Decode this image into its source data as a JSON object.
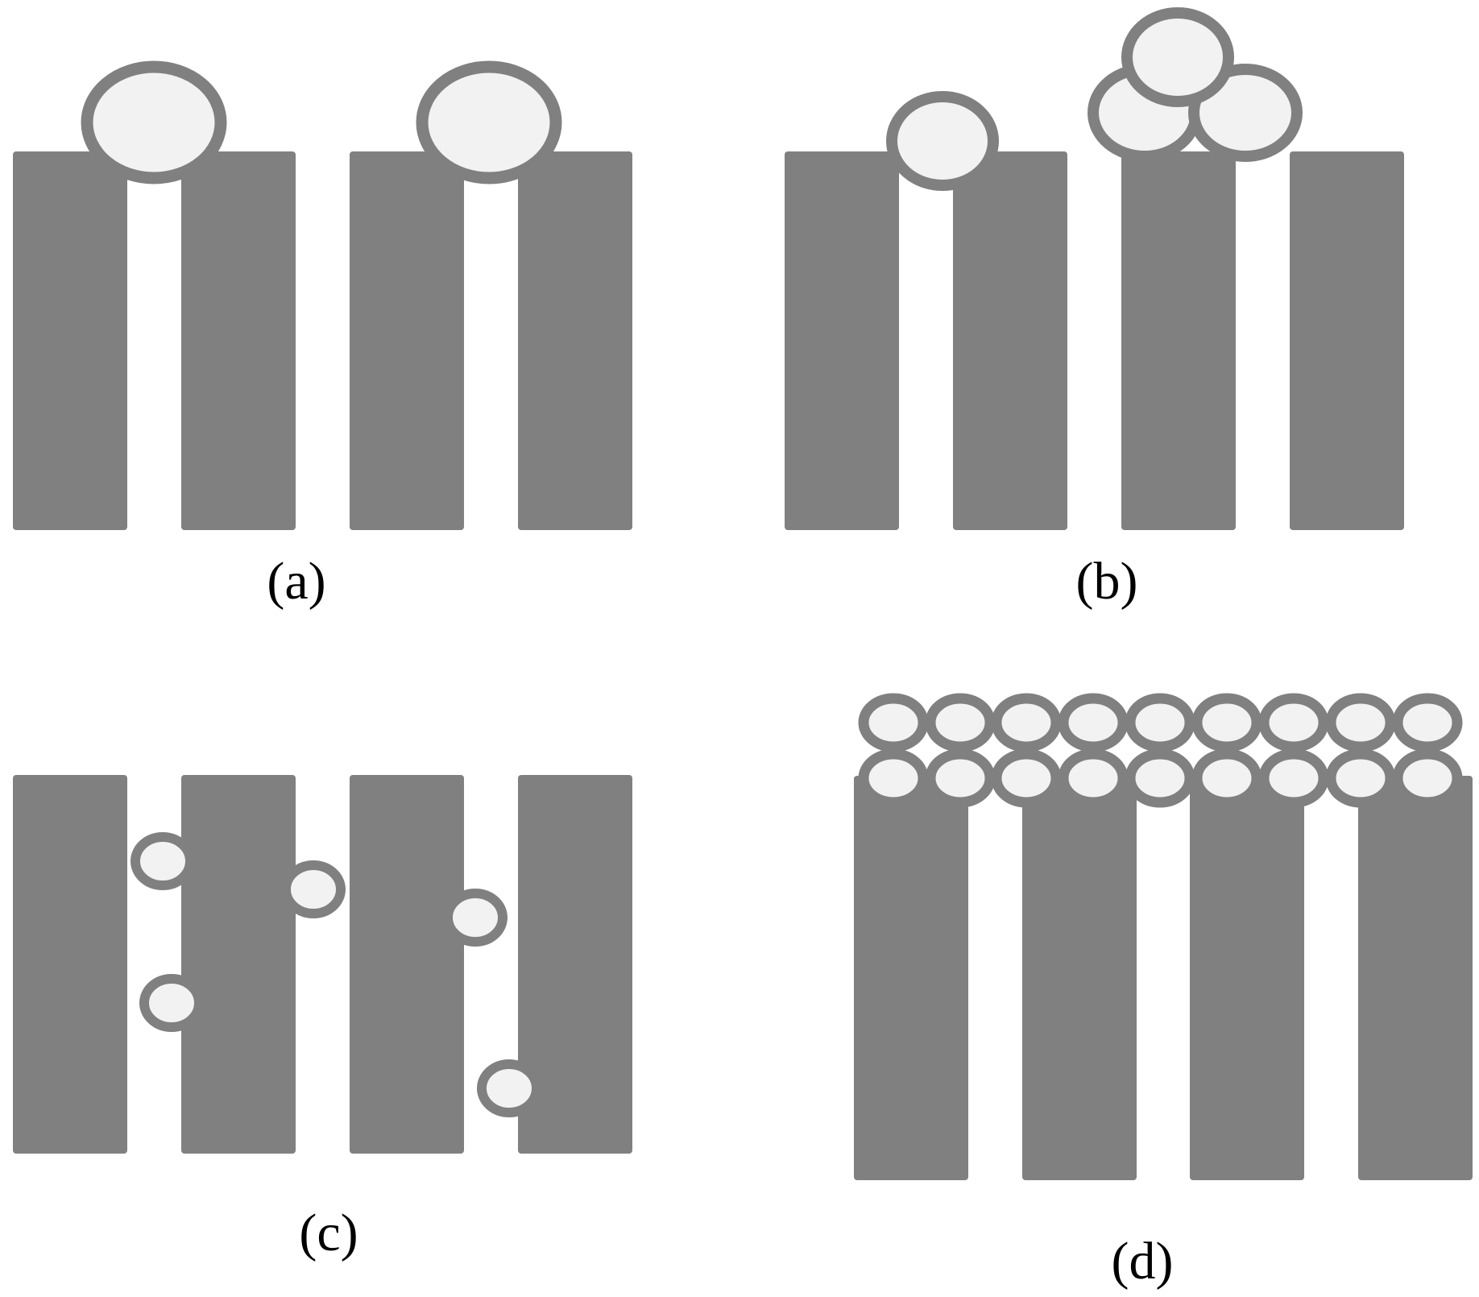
{
  "colors": {
    "pillar": "#808080",
    "particle_fill": "#f2f2f2",
    "particle_stroke": "#808080",
    "background": "#ffffff",
    "label": "#000000"
  },
  "panels": [
    {
      "id": "a",
      "label": "(a)"
    },
    {
      "id": "b",
      "label": "(b)"
    },
    {
      "id": "c",
      "label": "(c)"
    },
    {
      "id": "d",
      "label": "(d)"
    }
  ]
}
